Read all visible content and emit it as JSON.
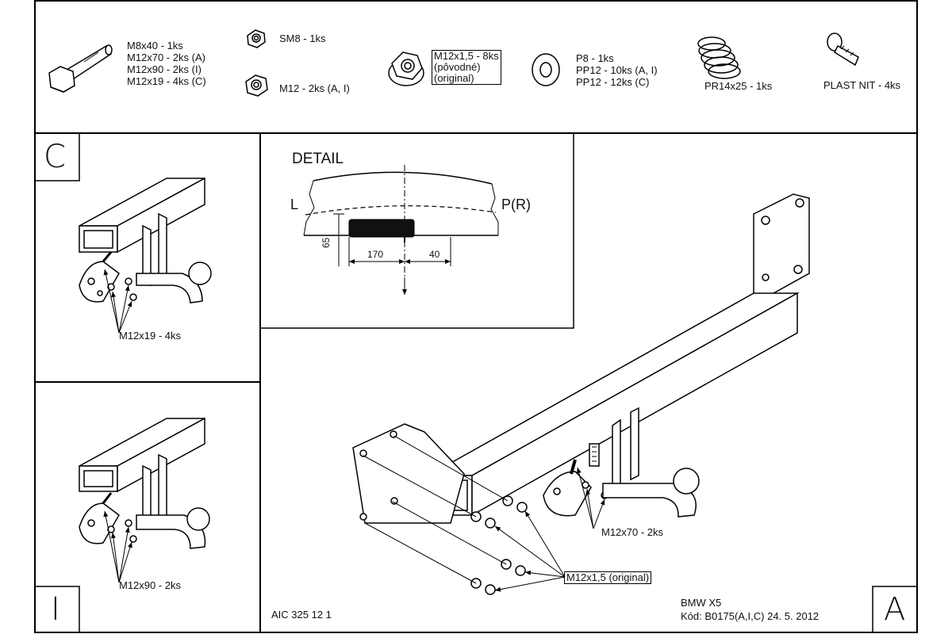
{
  "parts": {
    "bolts": [
      "M8x40 - 1ks",
      "M12x70 - 2ks (A)",
      "M12x90 - 2ks (I)",
      "M12x19 - 4ks (C)"
    ],
    "sm8": "SM8 - 1ks",
    "m12": "M12 - 2ks (A, I)",
    "flange_nut": [
      "M12x1,5 - 8ks",
      "(pôvodné)",
      "(original)"
    ],
    "washers": [
      "P8 - 1ks",
      "PP12 - 10ks (A, I)",
      "PP12 - 12ks (C)"
    ],
    "spring": "PR14x25 - 1ks",
    "plast_nit": "PLAST NIT - 4ks"
  },
  "panels": {
    "c_letter": "C",
    "c_label": "M12x19 - 4ks",
    "i_letter": "I",
    "i_label": "M12x90 - 2ks",
    "a_letter": "A"
  },
  "detail": {
    "title": "DETAIL",
    "left": "L",
    "right": "P(R)",
    "dim_65": "65",
    "dim_170": "170",
    "dim_40": "40"
  },
  "main": {
    "label_m12x70": "M12x70 - 2ks",
    "label_original": "M12x1,5 (original)"
  },
  "footer": {
    "code_left": "AIC 325 12 1",
    "car": "BMW X5",
    "kod": "Kód: B0175(A,I,C)  24. 5. 2012"
  }
}
